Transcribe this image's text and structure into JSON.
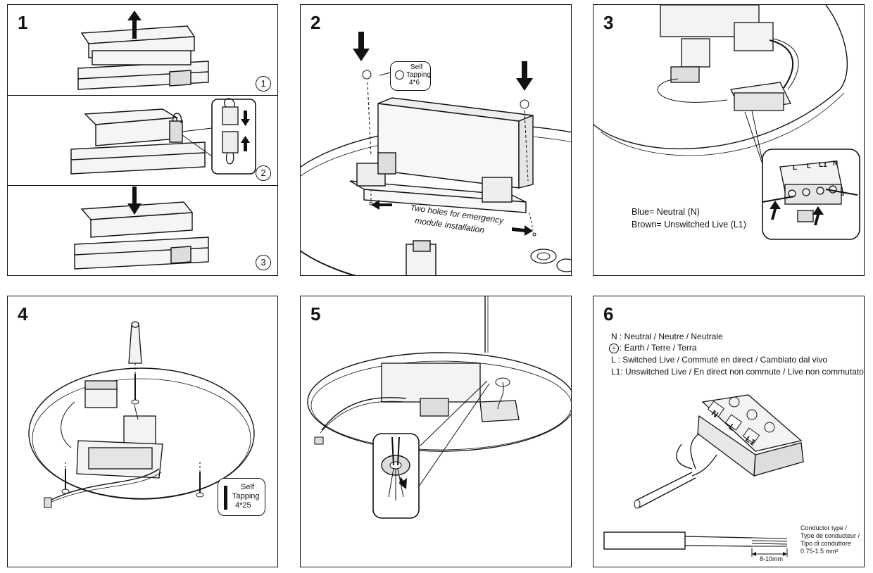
{
  "panels": [
    {
      "number": "1",
      "steps": [
        "1",
        "2",
        "3"
      ]
    },
    {
      "number": "2",
      "screw_callout": {
        "line1": "Self",
        "line2": "Tapping",
        "line3": "4*6"
      },
      "note_line1": "Two holes for emergency",
      "note_line2": "module installation"
    },
    {
      "number": "3",
      "wire_line1": "Blue= Neutral (N)",
      "wire_line2": "Brown= Unswitched Live (L1)",
      "terminal_labels": [
        "L",
        "L",
        "L1",
        "N"
      ]
    },
    {
      "number": "4",
      "screw_callout": {
        "line1": "Self",
        "line2": "Tapping",
        "line3": "4*25"
      }
    },
    {
      "number": "5"
    },
    {
      "number": "6",
      "legend": [
        "N : Neutral / Neutre / Neutrale",
        ": Earth / Terre / Terra",
        "L : Switched Live / Commuté en direct / Cambiato dal vivo",
        "L1: Unswitched Live / En direct non commute / Live non commutato"
      ],
      "terminal_labels": [
        "N",
        "L",
        "L1"
      ],
      "conductor_line1": "Conductor type /",
      "conductor_line2": "Type de conducteur /",
      "conductor_line3": "Tipo di conduttore",
      "conductor_line4": "0.75-1.5 mm²",
      "strip_length": "8-10mm"
    }
  ],
  "colors": {
    "line": "#111111",
    "fill_light": "#f2f2f2",
    "fill_mid": "#d9d9d9"
  }
}
